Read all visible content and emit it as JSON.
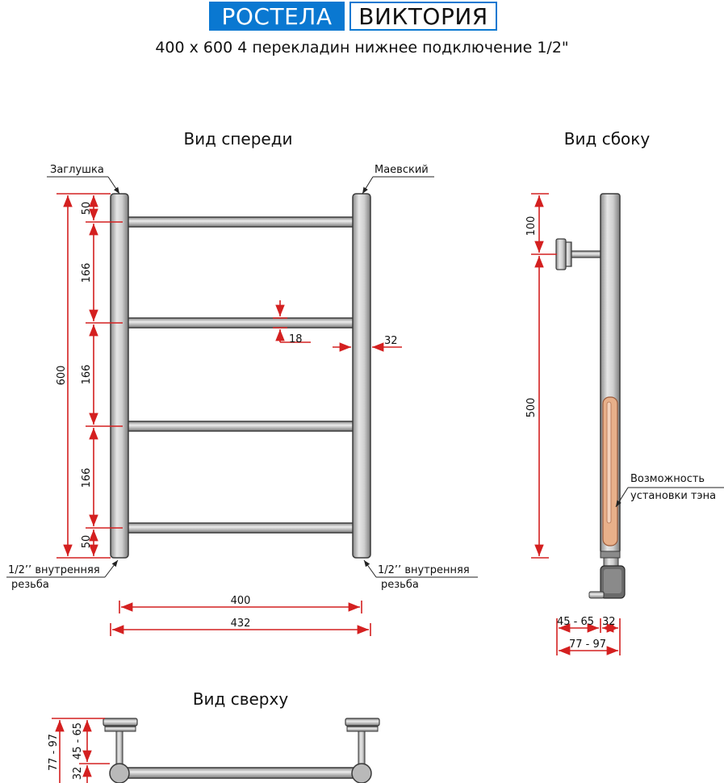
{
  "header": {
    "brand": "РОСТЕЛА",
    "model": "ВИКТОРИЯ",
    "subtitle": "400 x 600 4 перекладин нижнее подключение 1/2\""
  },
  "views": {
    "front": "Вид спереди",
    "side": "Вид сбоку",
    "top": "Вид сверху"
  },
  "callouts": {
    "plug": "Заглушка",
    "mayevsky": "Маевский",
    "thread_left_1": "1/2’’ внутренняя",
    "thread_left_2": "резьба",
    "thread_right_1": "1/2’’ внутренняя",
    "thread_right_2": "резьба",
    "heater_1": "Возможность",
    "heater_2": "установки тэна"
  },
  "dimensions": {
    "front": {
      "total_height": "600",
      "top_gap": "50",
      "pitch_1": "166",
      "pitch_2": "166",
      "pitch_3": "166",
      "bottom_gap": "50",
      "bar_diameter": "18",
      "pipe_diameter": "32",
      "center_distance": "400",
      "overall_width": "432"
    },
    "side": {
      "top_offset": "100",
      "center_height": "500",
      "wall_offset": "45 - 65",
      "pipe_diameter": "32",
      "total_depth": "77 - 97"
    },
    "top": {
      "total_depth": "77 - 97",
      "pipe_diameter": "32",
      "wall_offset": "45 - 65"
    }
  },
  "colors": {
    "brand": "#0a78d1",
    "dimension": "#d42020",
    "pipe_fill": "#c8c8c8",
    "pipe_stroke": "#3a3a3a",
    "heater": "#e8b08a"
  }
}
